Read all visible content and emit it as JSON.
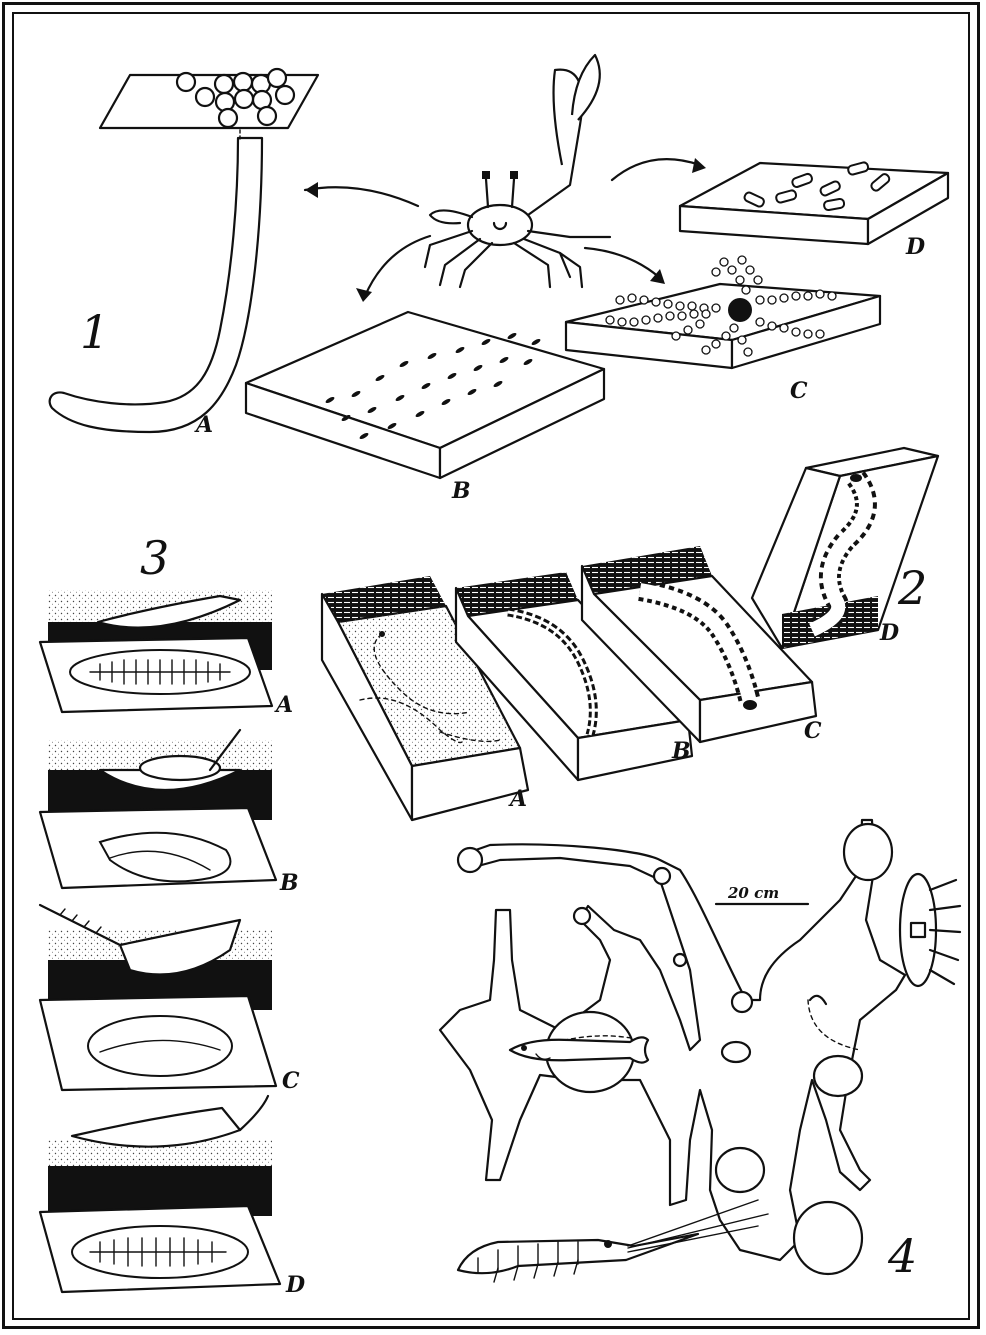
{
  "figure": {
    "panel_numbers": [
      "1",
      "2",
      "3",
      "4"
    ],
    "panel1_letters": [
      "A",
      "B",
      "C",
      "D"
    ],
    "panel2_letters": [
      "A",
      "B",
      "C",
      "D"
    ],
    "panel3_letters": [
      "A",
      "B",
      "C",
      "D"
    ],
    "scale_bar_label": "20 cm"
  },
  "colors": {
    "ink": "#111111",
    "paper": "#ffffff"
  },
  "icons": [
    "crab-icon",
    "fish-icon",
    "shrimp-icon",
    "trilobite-icon",
    "worm-icon"
  ]
}
